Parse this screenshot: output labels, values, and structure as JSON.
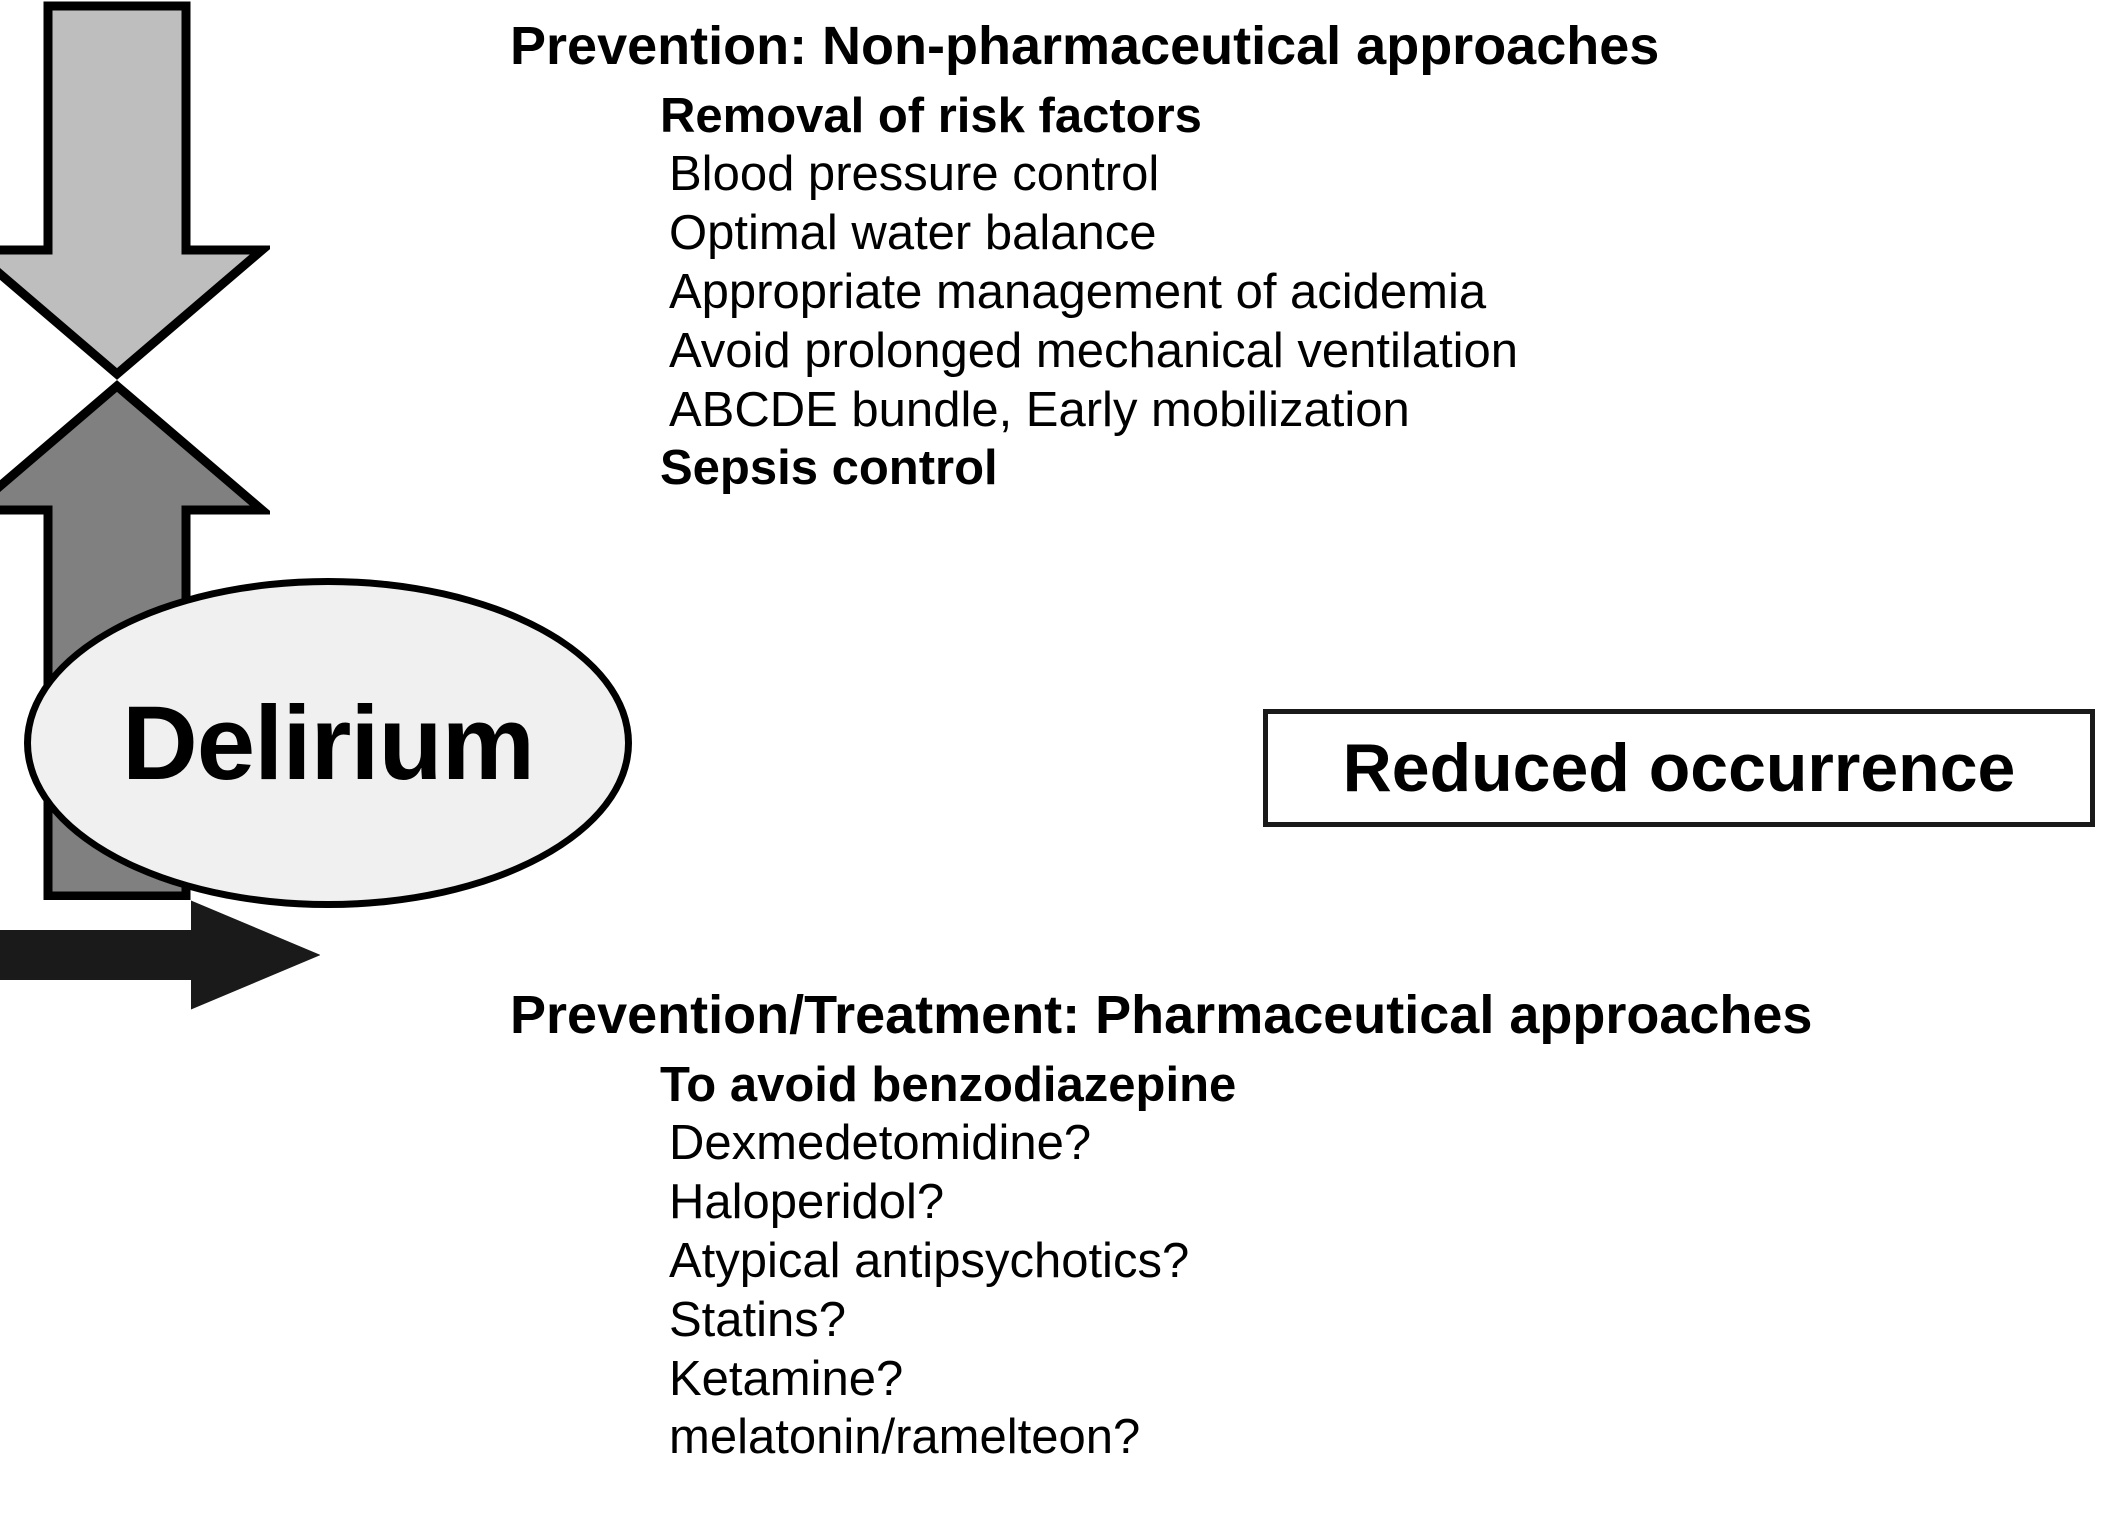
{
  "diagram": {
    "central_node": {
      "label": "Delirium",
      "shape": "ellipse",
      "fill_color": "#f0f0f0",
      "stroke_color": "#000000"
    },
    "outcome_node": {
      "label": "Reduced occurrence",
      "shape": "rectangle",
      "fill_color": "#ffffff",
      "stroke_color": "#1a1a1a"
    },
    "arrows": {
      "down_arrow": {
        "name": "arrow-down",
        "direction": "down",
        "fill_color": "#bebebe",
        "stroke_color": "#000000"
      },
      "up_arrow": {
        "name": "arrow-up",
        "direction": "up",
        "fill_color": "#808080",
        "stroke_color": "#000000"
      },
      "right_arrow": {
        "name": "arrow-right",
        "direction": "right",
        "fill_color": "#1a1a1a",
        "stroke_color": "#1a1a1a"
      }
    },
    "upper_section": {
      "heading": "Prevention: Non-pharmaceutical approaches",
      "items": [
        {
          "text": "Removal of risk factors",
          "bold": true
        },
        {
          "text": "Blood pressure control",
          "bold": false
        },
        {
          "text": "Optimal water balance",
          "bold": false
        },
        {
          "text": "Appropriate management of acidemia",
          "bold": false
        },
        {
          "text": "Avoid prolonged mechanical ventilation",
          "bold": false
        },
        {
          "text": "ABCDE bundle, Early mobilization",
          "bold": false
        },
        {
          "text": "Sepsis control",
          "bold": true
        }
      ]
    },
    "lower_section": {
      "heading": "Prevention/Treatment: Pharmaceutical approaches",
      "items": [
        {
          "text": "To avoid benzodiazepine",
          "bold": true
        },
        {
          "text": "Dexmedetomidine?",
          "bold": false
        },
        {
          "text": "Haloperidol?",
          "bold": false
        },
        {
          "text": "Atypical antipsychotics?",
          "bold": false
        },
        {
          "text": "Statins?",
          "bold": false
        },
        {
          "text": "Ketamine?",
          "bold": false
        },
        {
          "text": "melatonin/ramelteon?",
          "bold": false
        }
      ]
    }
  }
}
